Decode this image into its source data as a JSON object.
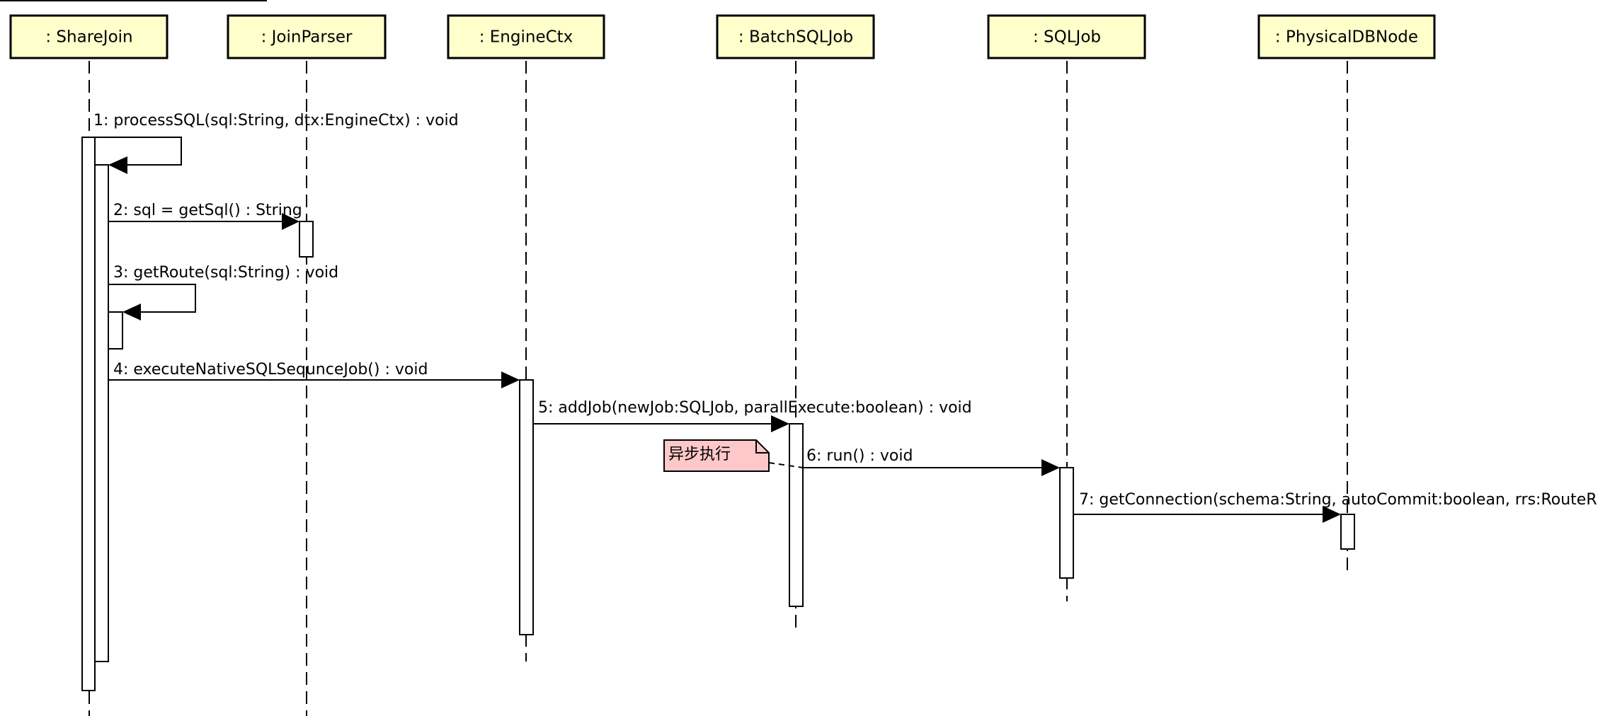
{
  "colors": {
    "lifeline_box_fill": "#ffffcc",
    "note_fill": "#ffc8c8",
    "activation_fill": "#ffffff",
    "line": "#000000"
  },
  "lifelines": [
    {
      "label": ": ShareJoin"
    },
    {
      "label": ": JoinParser"
    },
    {
      "label": ": EngineCtx"
    },
    {
      "label": ": BatchSQLJob"
    },
    {
      "label": ": SQLJob"
    },
    {
      "label": ": PhysicalDBNode"
    }
  ],
  "messages": [
    {
      "label": "1: processSQL(sql:String, dtx:EngineCtx) : void"
    },
    {
      "label": "2: sql = getSql() : String"
    },
    {
      "label": "3: getRoute(sql:String) : void"
    },
    {
      "label": "4: executeNativeSQLSequnceJob() : void"
    },
    {
      "label": "5: addJob(newJob:SQLJob, parallExecute:boolean) : void"
    },
    {
      "label": "6: run() : void"
    },
    {
      "label": "7: getConnection(schema:String, autoCommit:boolean, rrs:RouteR"
    }
  ],
  "note": {
    "text": "异步执行"
  }
}
